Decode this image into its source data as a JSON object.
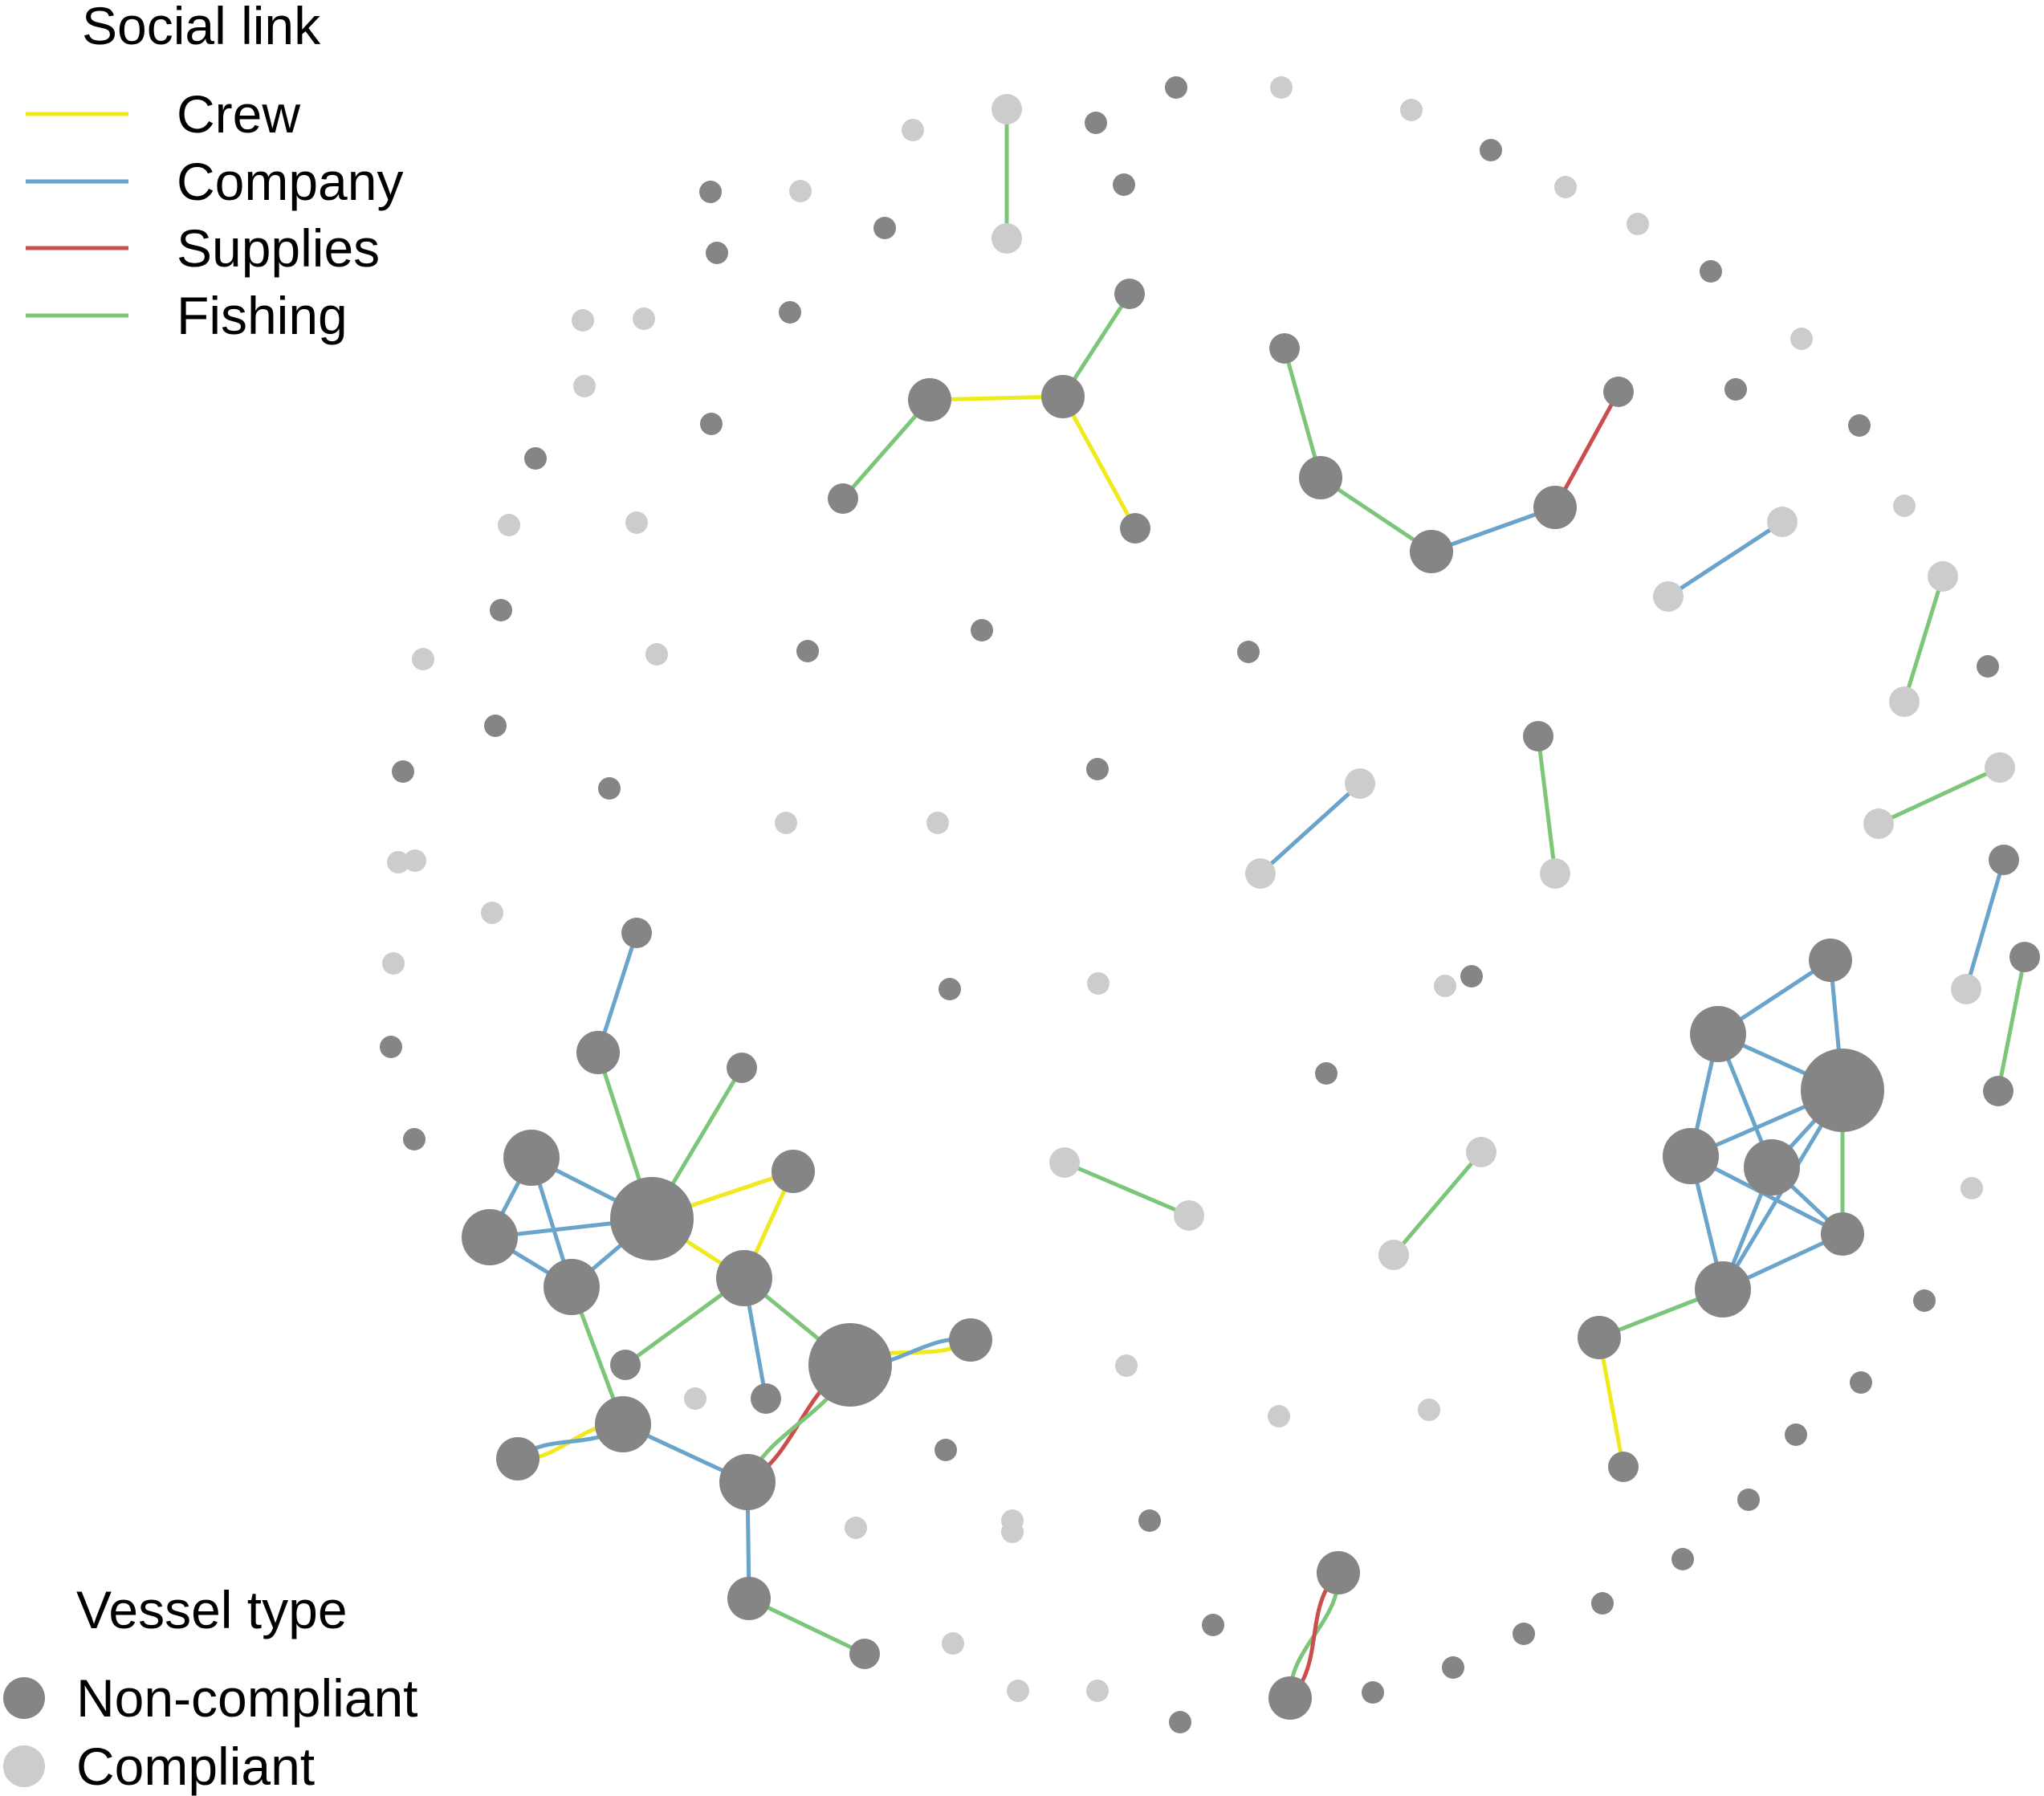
{
  "legend": {
    "link_title": "Social link",
    "links": [
      {
        "type": "crew",
        "label": "Crew",
        "color": "#f0e91c"
      },
      {
        "type": "company",
        "label": "Company",
        "color": "#6aa4cb"
      },
      {
        "type": "supplies",
        "label": "Supplies",
        "color": "#c94f4f"
      },
      {
        "type": "fishing",
        "label": "Fishing",
        "color": "#7cc67a"
      }
    ],
    "vessel_title": "Vessel type",
    "vessels": [
      {
        "type": "noncompliant",
        "label": "Non-compliant",
        "color": "#858585"
      },
      {
        "type": "compliant",
        "label": "Compliant",
        "color": "#cccccc"
      }
    ]
  }
}
